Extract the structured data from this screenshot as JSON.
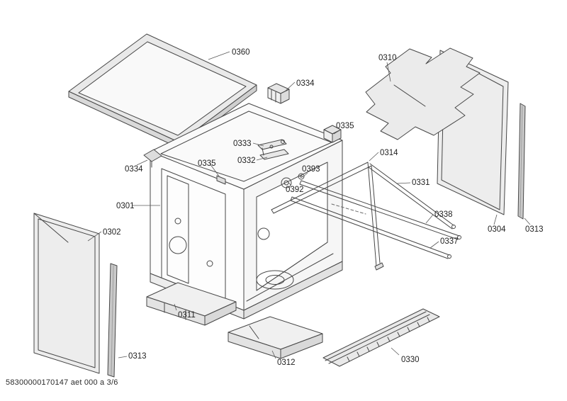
{
  "page": {
    "footer": "58300000170147 aet 000 a 3/6"
  },
  "diagram": {
    "subject": "dishwasher-exploded-parts-view",
    "sheet": "3/6",
    "line_color": "#474747",
    "label_color": "#1f1f1f"
  },
  "labels": [
    {
      "id": "0360",
      "text": "0360"
    },
    {
      "id": "0334-top",
      "text": "0334"
    },
    {
      "id": "0310",
      "text": "0310"
    },
    {
      "id": "0335-right",
      "text": "0335"
    },
    {
      "id": "0333",
      "text": "0333"
    },
    {
      "id": "0332",
      "text": "0332"
    },
    {
      "id": "0393",
      "text": "0393"
    },
    {
      "id": "0314",
      "text": "0314"
    },
    {
      "id": "0392",
      "text": "0392"
    },
    {
      "id": "0331",
      "text": "0331"
    },
    {
      "id": "0334-left",
      "text": "0334"
    },
    {
      "id": "0335-mid",
      "text": "0335"
    },
    {
      "id": "0301",
      "text": "0301"
    },
    {
      "id": "0302",
      "text": "0302"
    },
    {
      "id": "0338",
      "text": "0338"
    },
    {
      "id": "0337",
      "text": "0337"
    },
    {
      "id": "0304",
      "text": "0304"
    },
    {
      "id": "0313-right",
      "text": "0313"
    },
    {
      "id": "0311",
      "text": "0311"
    },
    {
      "id": "0313-left",
      "text": "0313"
    },
    {
      "id": "0312",
      "text": "0312"
    },
    {
      "id": "0330",
      "text": "0330"
    }
  ]
}
